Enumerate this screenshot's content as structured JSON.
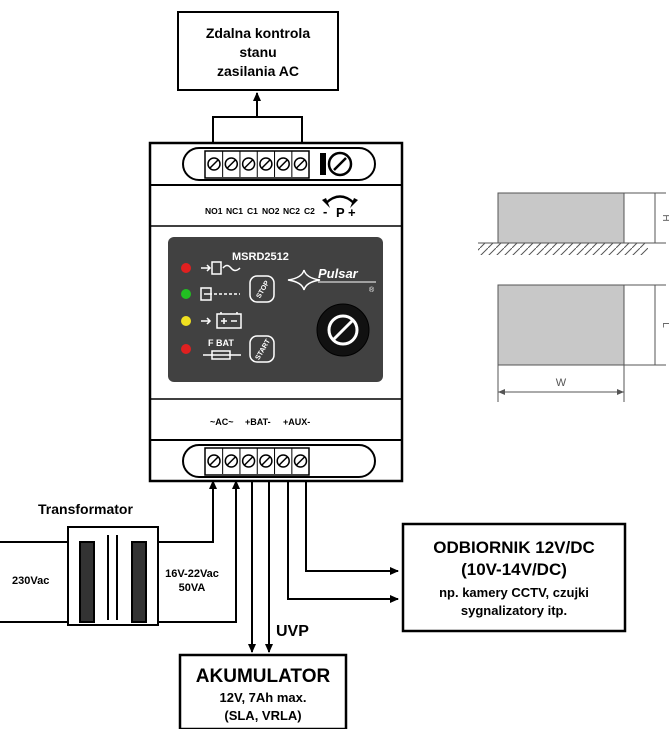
{
  "remote_box": {
    "lines": [
      "Zdalna kontrola",
      "stanu",
      "zasilania AC"
    ]
  },
  "top_terminals": {
    "labels": [
      "NO1",
      "NC1",
      "C1",
      "NO2",
      "NC2",
      "C2"
    ],
    "p_label": "P",
    "minus": "-",
    "plus": "+"
  },
  "panel": {
    "model": "MSRD2512",
    "brand": "Pulsar",
    "registered": "®",
    "stop_label": "STOP",
    "start_label": "START",
    "fbat_label": "F BAT",
    "leds": [
      {
        "color": "#e02020"
      },
      {
        "color": "#22c022"
      },
      {
        "color": "#f0e020"
      },
      {
        "color": "#e02020"
      }
    ]
  },
  "bottom_terminals": {
    "groups": [
      "~AC~",
      "+BAT-",
      "+AUX-"
    ]
  },
  "transformer": {
    "title": "Transformator",
    "input": "230Vac",
    "output_line1": "16V-22Vac",
    "output_line2": "50VA"
  },
  "receiver_box": {
    "line1": "ODBIORNIK 12V/DC",
    "line2": "(10V-14V/DC)",
    "line3": "np. kamery CCTV, czujki",
    "line4": "sygnalizatory itp."
  },
  "uvp_label": "UVP",
  "battery_box": {
    "line1": "AKUMULATOR",
    "line2": "12V, 7Ah max.",
    "line3": "(SLA, VRLA)"
  },
  "dimension_labels": {
    "width": "W",
    "height_top": "H",
    "height_bottom": "L"
  }
}
